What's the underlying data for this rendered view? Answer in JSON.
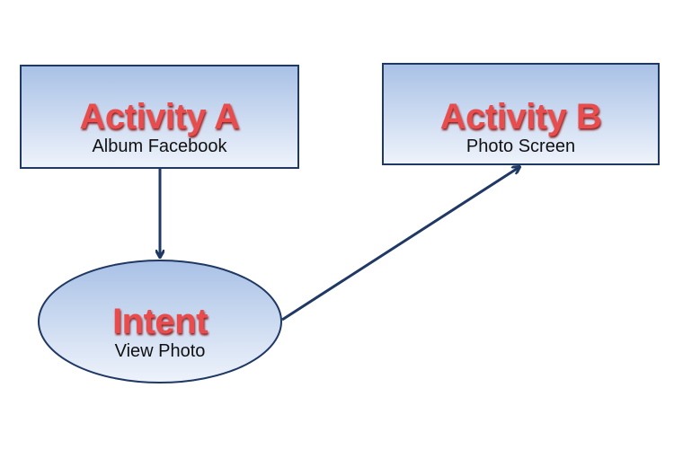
{
  "nodes": {
    "activity_a": {
      "title": "Activity A",
      "subtitle": "Album Facebook"
    },
    "activity_b": {
      "title": "Activity B",
      "subtitle": "Photo Screen"
    },
    "intent": {
      "title": "Intent",
      "subtitle": "View Photo"
    }
  },
  "colors": {
    "border": "#1f3864",
    "title": "#e84c4c",
    "fill_top": "#a9c1e6",
    "fill_bottom": "#eef3fb"
  }
}
